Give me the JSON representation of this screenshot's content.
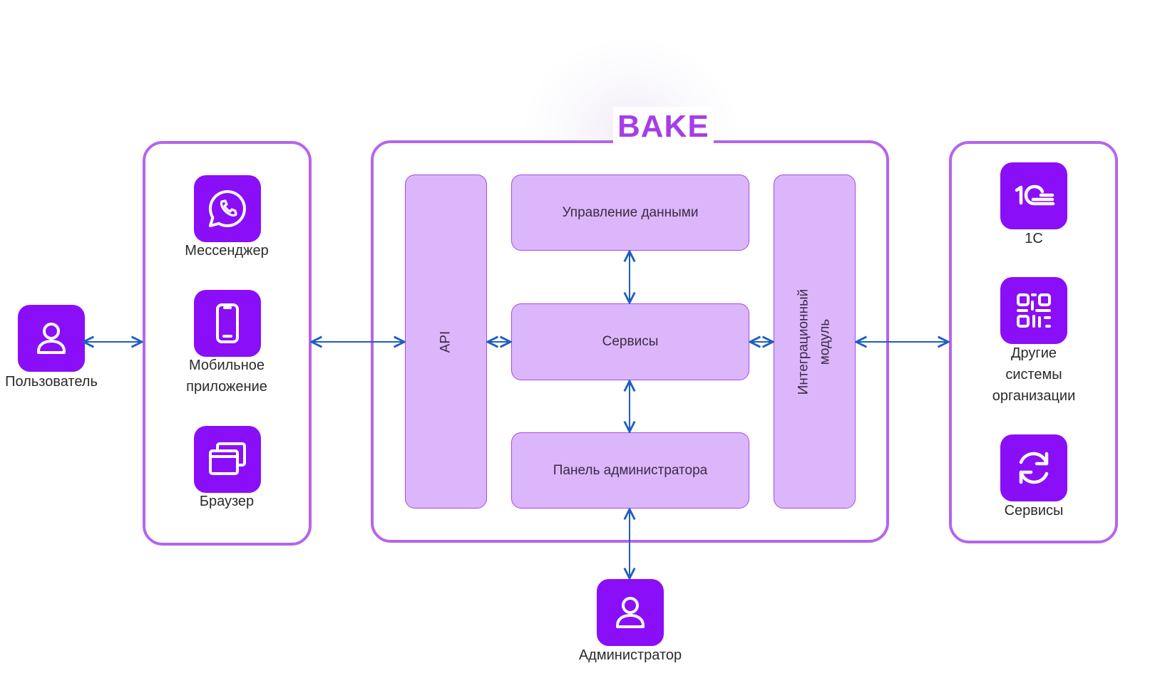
{
  "logo": {
    "text": "BAKE"
  },
  "user": {
    "label": "Пользователь",
    "icon": "user-icon"
  },
  "admin": {
    "label": "Администратор",
    "icon": "user-icon"
  },
  "clients": {
    "messenger": {
      "label": "Мессенджер",
      "icon": "whatsapp-icon"
    },
    "mobile": {
      "label": "Мобильное\nприложение",
      "icon": "smartphone-icon"
    },
    "browser": {
      "label": "Браузер",
      "icon": "browser-windows-icon"
    }
  },
  "core": {
    "api": "API",
    "data_management": "Управление данными",
    "services": "Сервисы",
    "admin_panel": "Панель администратора",
    "integration": "Интеграционный\nмодуль"
  },
  "external": {
    "onec": {
      "label": "1С",
      "icon": "1c-logo-icon"
    },
    "other": {
      "label": "Другие\nсистемы\nорганизации",
      "icon": "qr-code-icon"
    },
    "services": {
      "label": "Сервисы",
      "icon": "refresh-icon"
    }
  },
  "colors": {
    "accent": "#8a0ef7",
    "frame": "#b565ea",
    "module_fill": "#dcb6fb",
    "arrow": "#1d5fbf"
  }
}
